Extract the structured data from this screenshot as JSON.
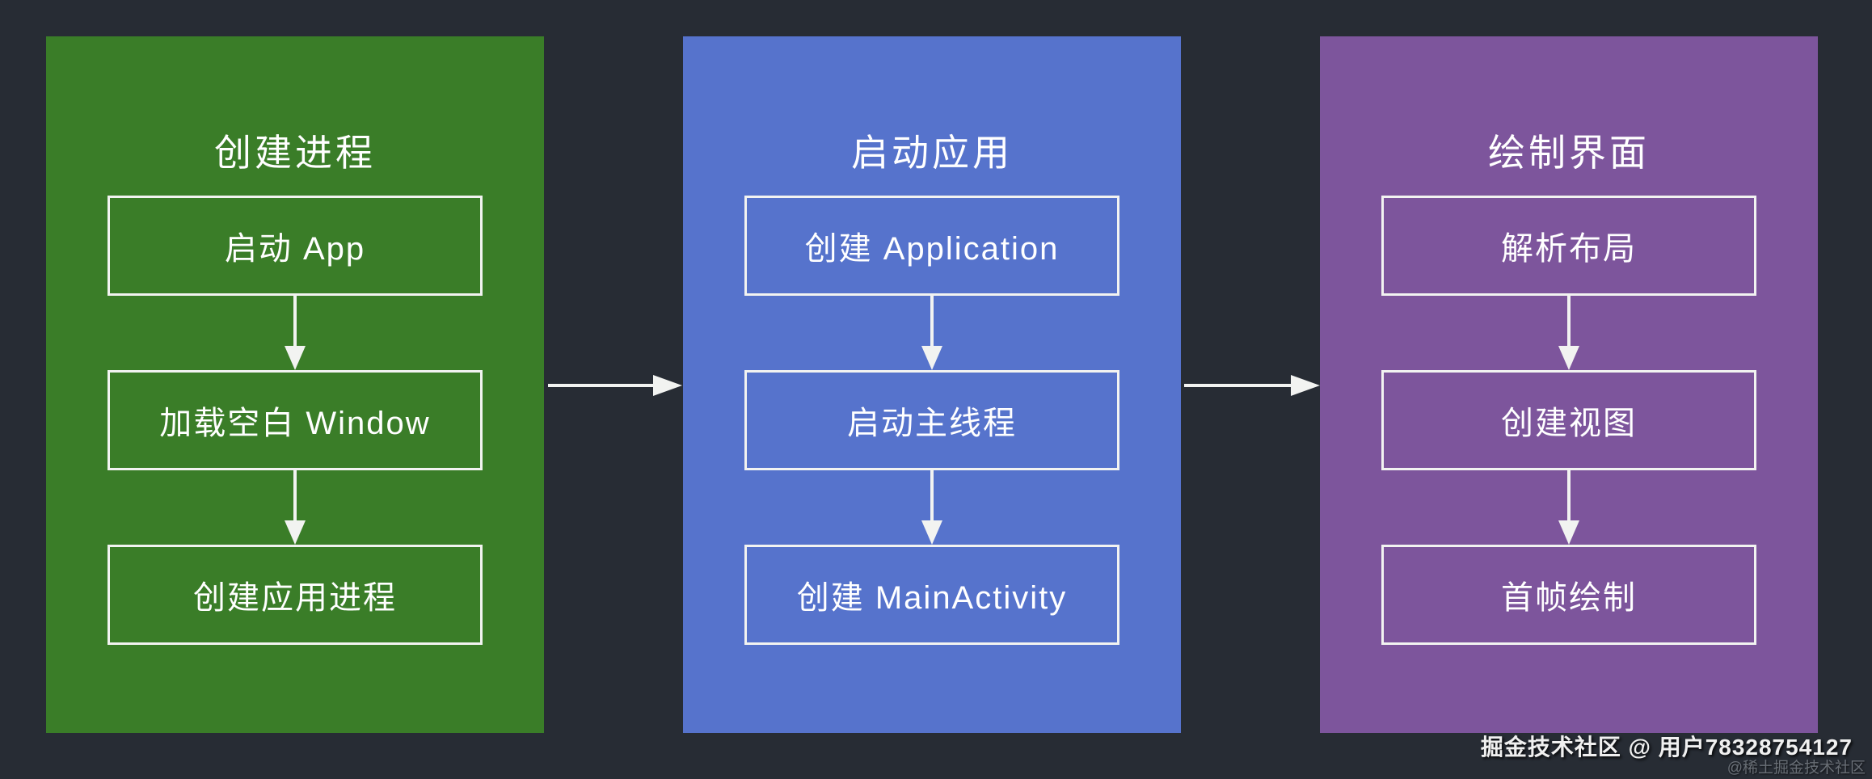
{
  "diagram": {
    "background": "#272c34",
    "line_color": "#f2f3f1",
    "panels": [
      {
        "title": "创建进程",
        "color": "#3a7d28",
        "boxes": [
          "启动 App",
          "加载空白 Window",
          "创建应用进程"
        ]
      },
      {
        "title": "启动应用",
        "color": "#5673cc",
        "boxes": [
          "创建 Application",
          "启动主线程",
          "创建 MainActivity"
        ]
      },
      {
        "title": "绘制界面",
        "color": "#7d559c",
        "boxes": [
          "解析布局",
          "创建视图",
          "首帧绘制"
        ]
      }
    ]
  },
  "watermark": {
    "line1": "掘金技术社区 @ 用户78328754127",
    "line2": "@稀土掘金技术社区"
  }
}
